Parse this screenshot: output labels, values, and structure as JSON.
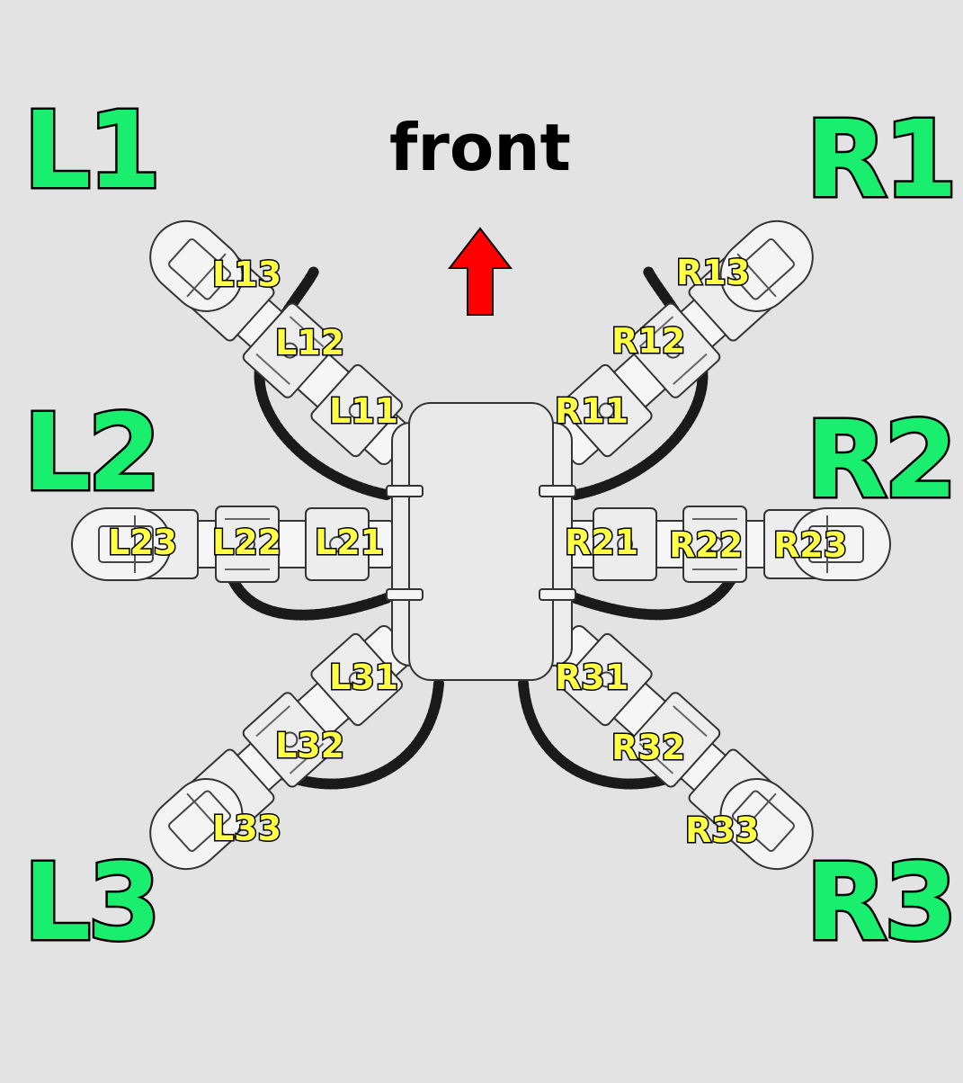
{
  "diagram": {
    "direction_text": "front",
    "colors": {
      "leg_label": "#19ee6f",
      "joint_label": "#ffff44",
      "arrow": "#ff0000",
      "text": "#000000",
      "background": "#e3e3e3"
    },
    "legs": {
      "L1": "L1",
      "L2": "L2",
      "L3": "L3",
      "R1": "R1",
      "R2": "R2",
      "R3": "R3"
    },
    "joints": {
      "L11": "L11",
      "L12": "L12",
      "L13": "L13",
      "L21": "L21",
      "L22": "L22",
      "L23": "L23",
      "L31": "L31",
      "L32": "L32",
      "L33": "L33",
      "R11": "R11",
      "R12": "R12",
      "R13": "R13",
      "R21": "R21",
      "R22": "R22",
      "R23": "R23",
      "R31": "R31",
      "R32": "R32",
      "R33": "R33"
    }
  }
}
